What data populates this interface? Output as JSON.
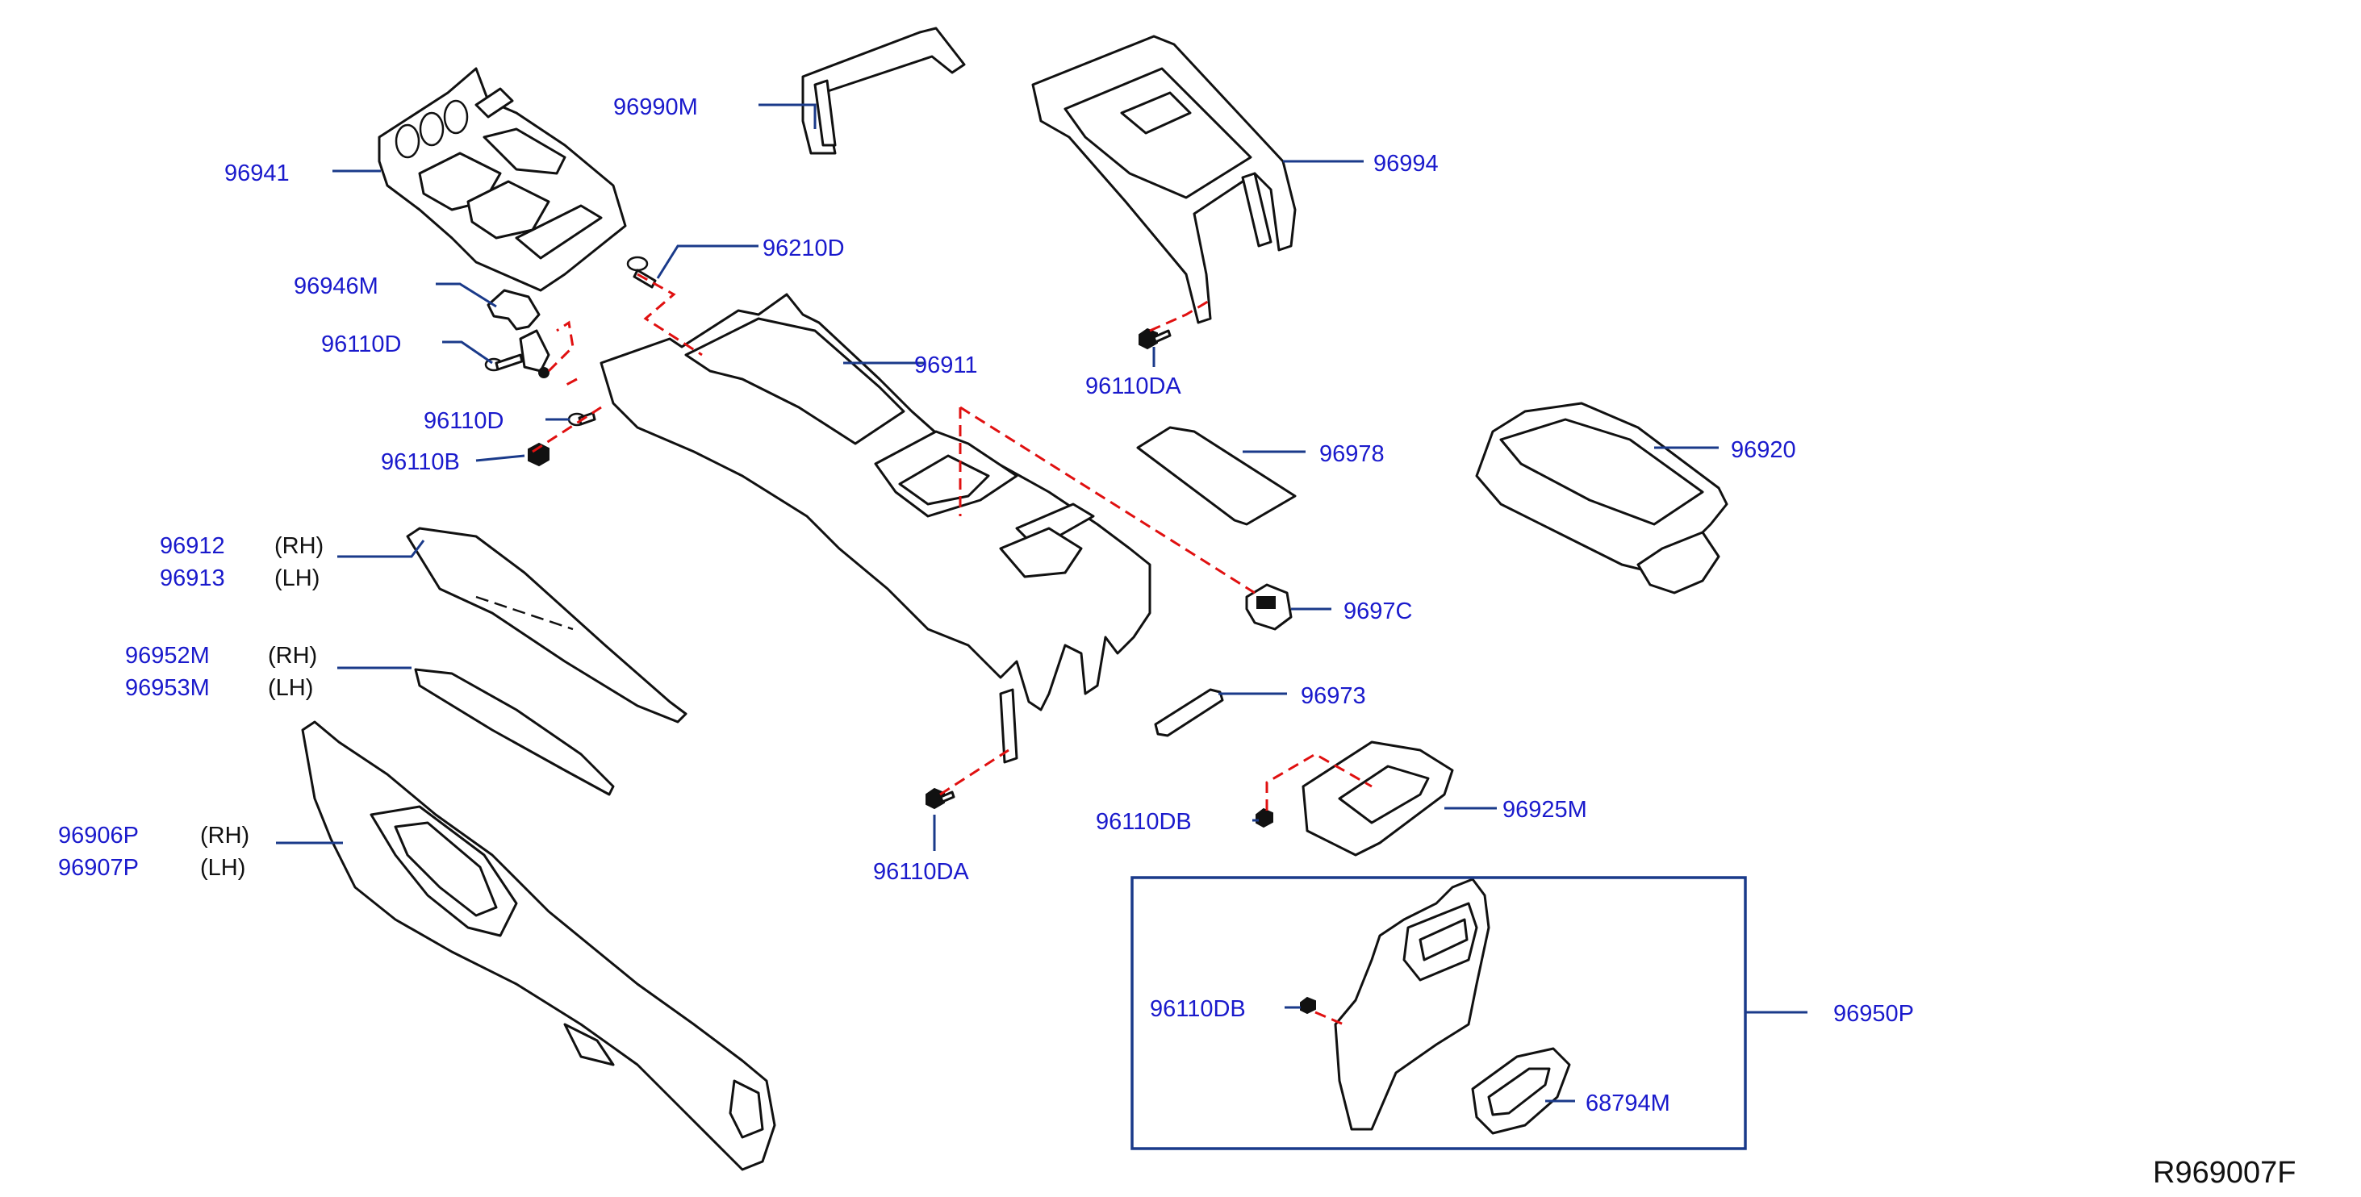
{
  "diagram": {
    "reference_code": "R969007F",
    "colors": {
      "label": "#1a1acc",
      "leader": "#1a3a8a",
      "hidden_line": "#e01010",
      "outline": "#111111"
    },
    "labels": {
      "p96990M": "96990M",
      "p96994": "96994",
      "p96941": "96941",
      "p96210D": "96210D",
      "p96946M": "96946M",
      "p96110D_a": "96110D",
      "p96911": "96911",
      "p96110DA_a": "96110DA",
      "p96110D_b": "96110D",
      "p96110B": "96110B",
      "p96978": "96978",
      "p96920": "96920",
      "p96912": "96912",
      "p96913": "96913",
      "p96970": "9697C",
      "p96952M": "96952M",
      "p96953M": "96953M",
      "p96973": "96973",
      "p96906P": "96906P",
      "p96907P": "96907P",
      "p96110DB_a": "96110DB",
      "p96925M": "96925M",
      "p96110DA_b": "96110DA",
      "p96110DB_b": "96110DB",
      "p96950P": "96950P",
      "p68794M": "68794M"
    },
    "sides": {
      "rh_1": "(RH)",
      "lh_1": "(LH)",
      "rh_2": "(RH)",
      "lh_2": "(LH)",
      "rh_3": "(RH)",
      "lh_3": "(LH)"
    }
  }
}
